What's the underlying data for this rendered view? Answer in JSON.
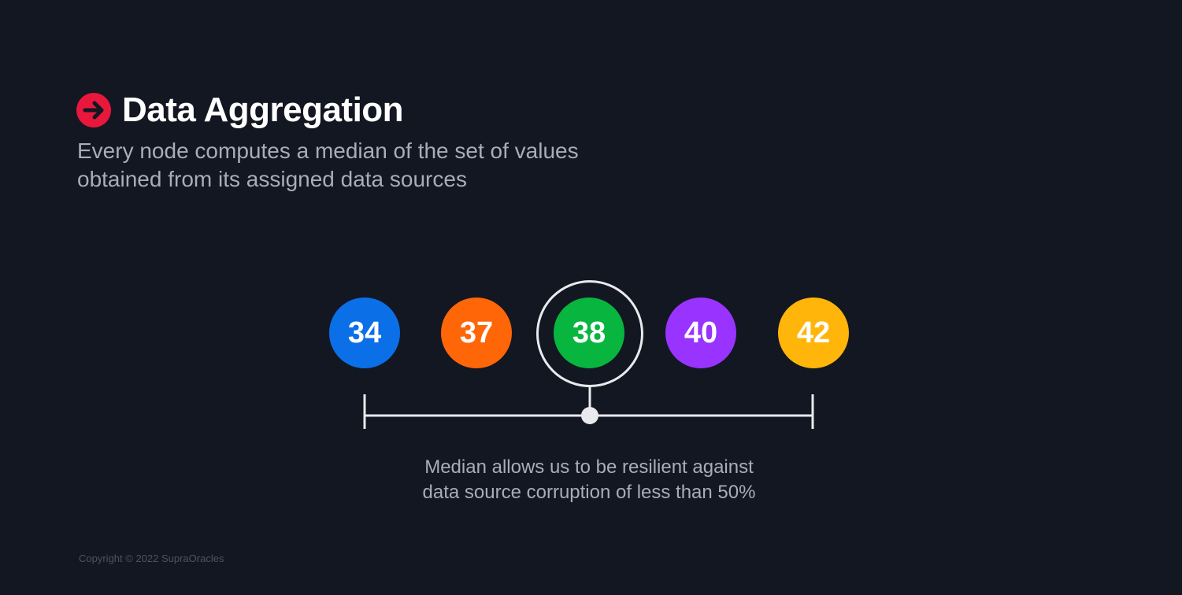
{
  "header": {
    "title": "Data Aggregation",
    "subtitle_lines": [
      "Every node computes a median of the set of values",
      "obtained from its assigned data sources"
    ],
    "icon": "arrow-right-circle-icon",
    "accent_color": "#e8173c"
  },
  "nodes": [
    {
      "value": "34",
      "color": "#0b6fe8"
    },
    {
      "value": "37",
      "color": "#ff6608"
    },
    {
      "value": "38",
      "color": "#07b53f",
      "median": true
    },
    {
      "value": "40",
      "color": "#9933ff"
    },
    {
      "value": "42",
      "color": "#ffb50a"
    }
  ],
  "caption_lines": [
    "Median allows us to be resilient against",
    "data source corruption of less than 50%"
  ],
  "footer": {
    "copyright": "Copyright © 2022 SupraOracles"
  }
}
